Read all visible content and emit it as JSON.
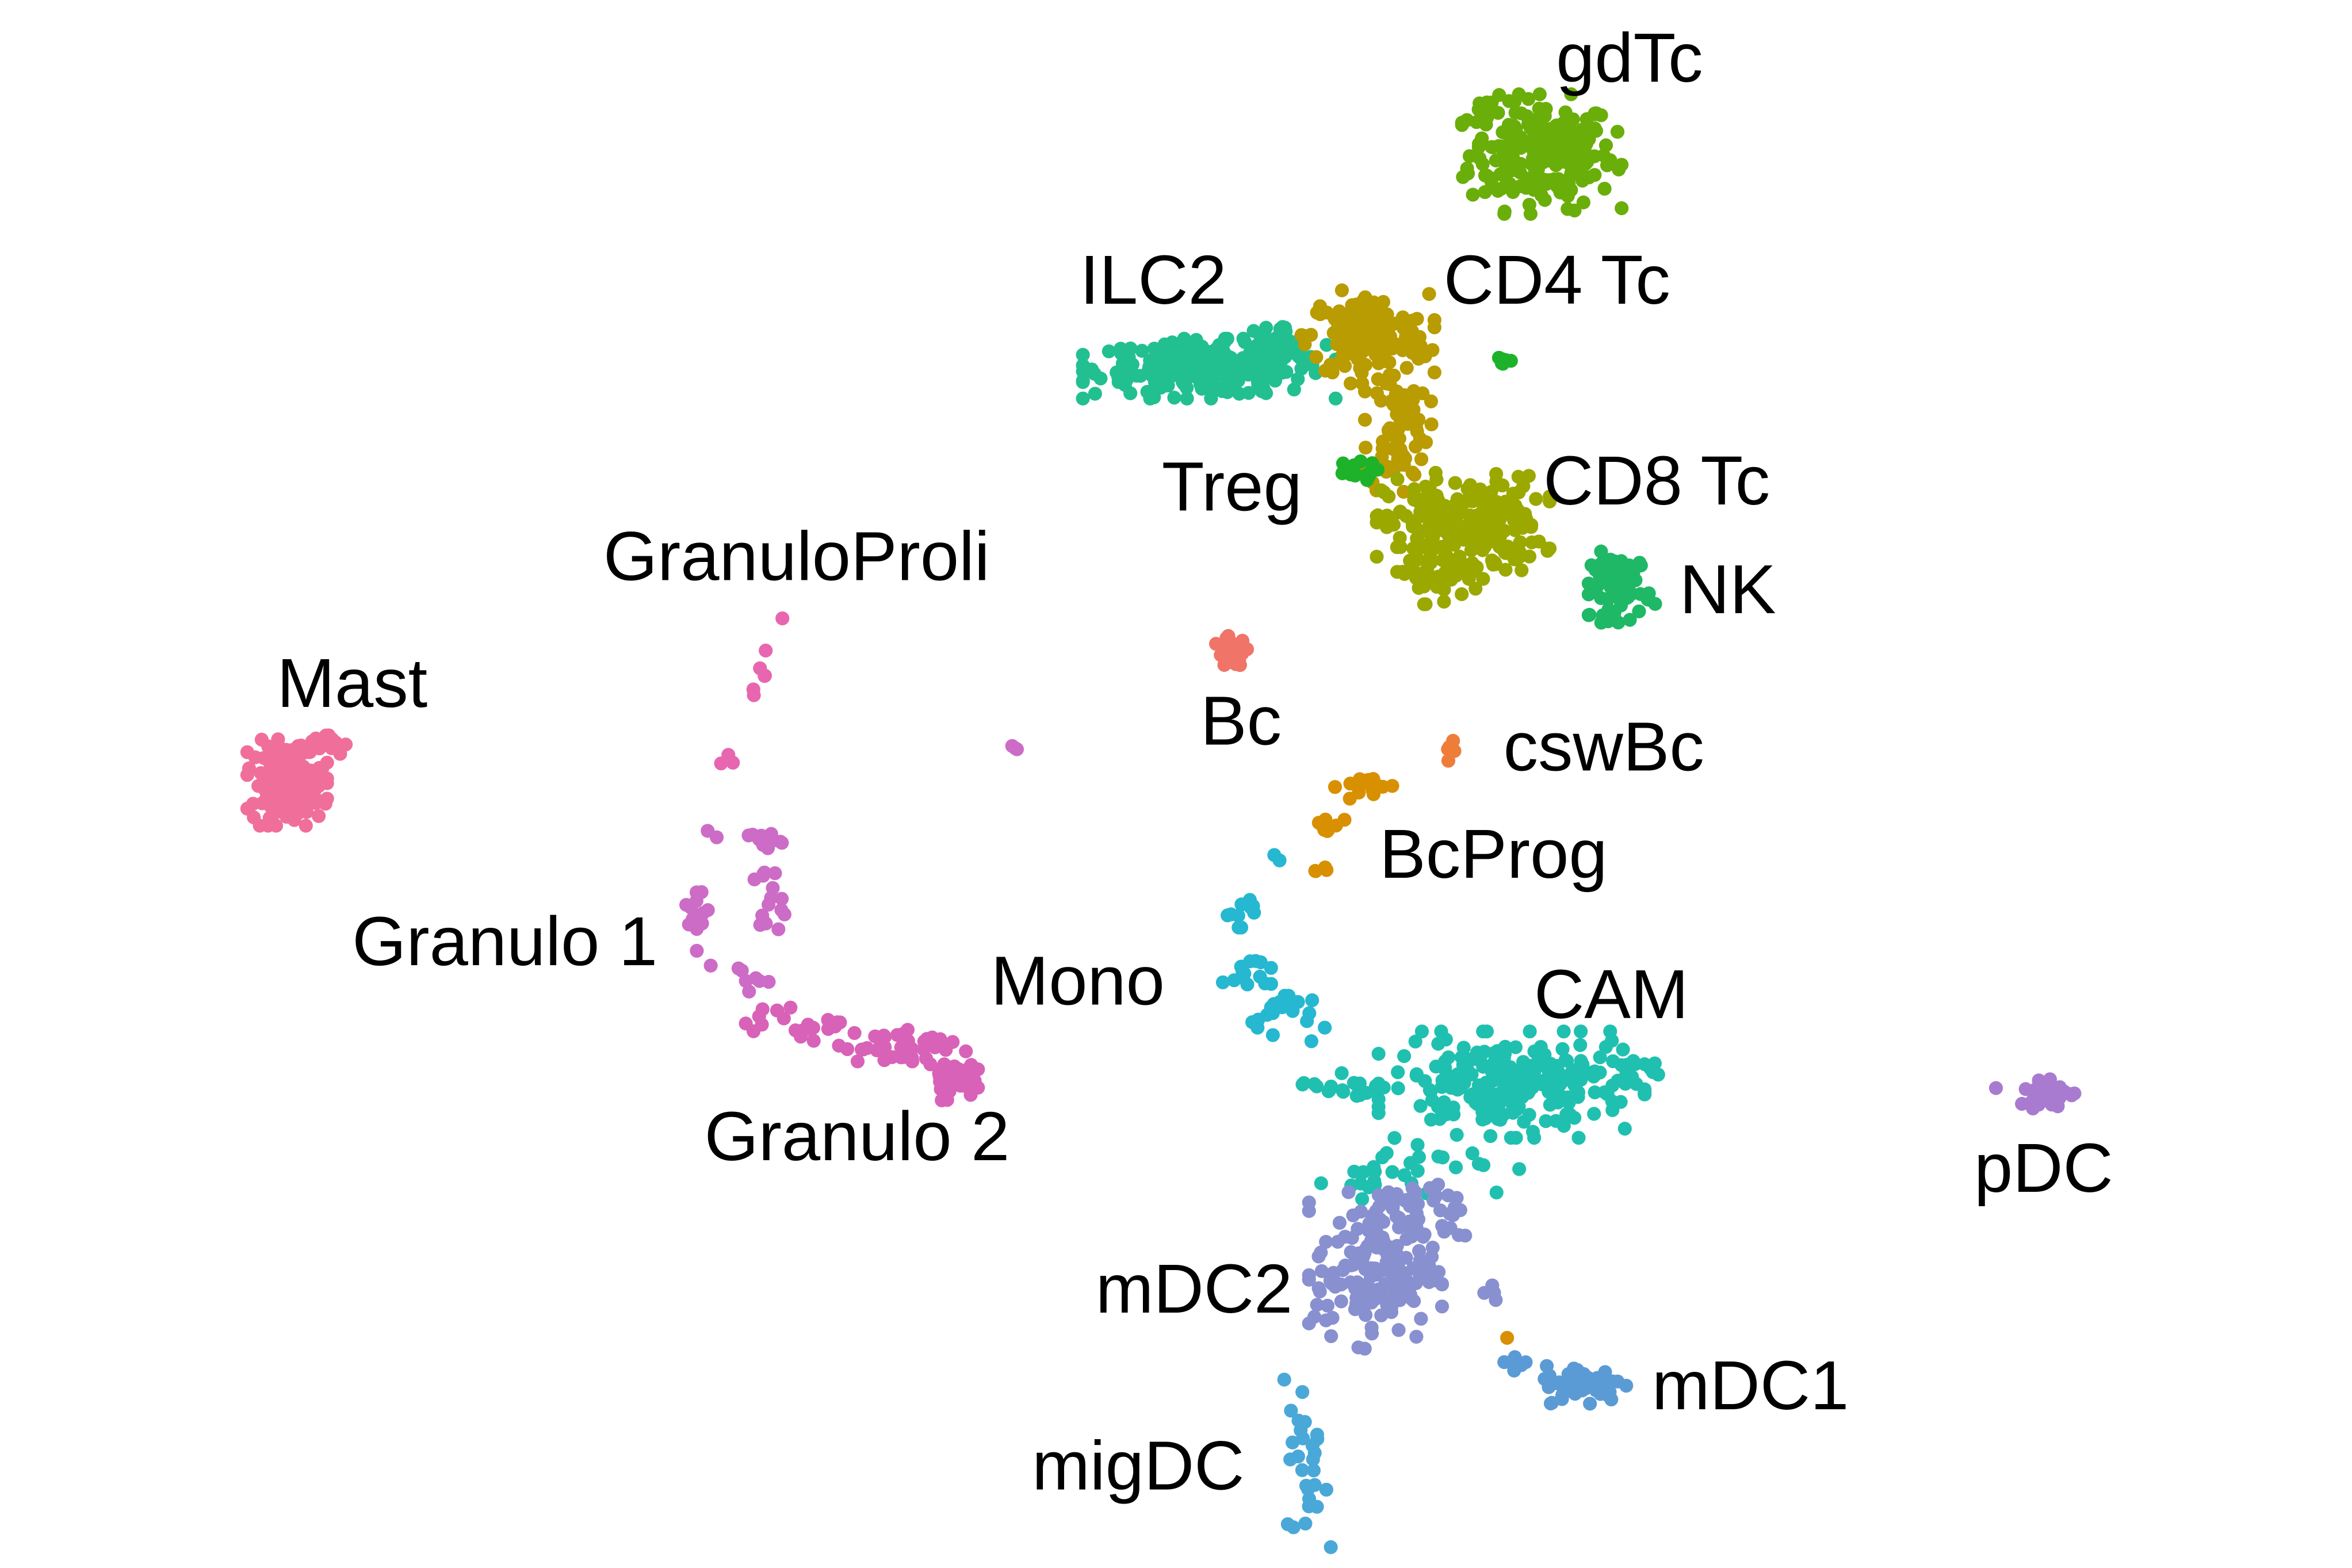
{
  "chart_data": {
    "type": "scatter",
    "title": "",
    "xlabel": "",
    "ylabel": "",
    "xlim": [
      0,
      155.6
    ],
    "ylim": [
      0,
      103.8
    ],
    "grid": false,
    "legend": "none",
    "clusters": [
      {
        "name": "gdTc",
        "color": "#6aae0a",
        "label_at": [
          107.8,
          100.0
        ],
        "blobs": [
          [
            102.0,
            93.6,
            2.4,
            1.8,
            220
          ],
          [
            98.5,
            96.5,
            0.8,
            0.6,
            12
          ]
        ]
      },
      {
        "name": "ILC2",
        "color": "#22bf91",
        "label_at": [
          76.3,
          85.3
        ],
        "blobs": [
          [
            80.0,
            79.4,
            3.8,
            0.9,
            260
          ],
          [
            84.5,
            81.2,
            1.2,
            0.6,
            30
          ]
        ]
      },
      {
        "name": "CD4 Tc",
        "color": "#b99b02",
        "label_at": [
          103.0,
          85.3
        ],
        "blobs": [
          [
            90.5,
            81.5,
            2.0,
            1.4,
            160
          ],
          [
            92.5,
            75.5,
            1.0,
            2.2,
            70
          ]
        ]
      },
      {
        "name": "Treg",
        "color": "#1db22a",
        "label_at": [
          81.5,
          71.6
        ],
        "blobs": [
          [
            89.5,
            72.6,
            0.8,
            0.3,
            14
          ],
          [
            99.3,
            79.8,
            0.3,
            0.3,
            6
          ]
        ]
      },
      {
        "name": "CD8 Tc",
        "color": "#9aa800",
        "label_at": [
          109.6,
          72.0
        ],
        "blobs": [
          [
            96.8,
            69.0,
            2.6,
            1.6,
            220
          ],
          [
            95.0,
            66.0,
            1.5,
            1.0,
            40
          ]
        ]
      },
      {
        "name": "NK",
        "color": "#1fb866",
        "label_at": [
          114.3,
          64.8
        ],
        "blobs": [
          [
            107.3,
            65.0,
            1.0,
            1.1,
            70
          ]
        ]
      },
      {
        "name": "Bc",
        "color": "#f07468",
        "label_at": [
          82.1,
          56.1
        ],
        "blobs": [
          [
            81.5,
            60.6,
            0.6,
            0.5,
            25
          ]
        ]
      },
      {
        "name": "cswBc",
        "color": "#ee7d3a",
        "label_at": [
          106.1,
          54.4
        ],
        "blobs": [
          [
            96.2,
            54.1,
            0.3,
            0.3,
            5
          ]
        ]
      },
      {
        "name": "BcProg",
        "color": "#d89000",
        "label_at": [
          98.8,
          47.3
        ],
        "blobs": [
          [
            90.3,
            51.8,
            0.9,
            0.4,
            18
          ],
          [
            88.0,
            49.0,
            0.6,
            0.4,
            10
          ],
          [
            87.1,
            46.3,
            0.3,
            0.3,
            4
          ],
          [
            99.6,
            15.3,
            0.2,
            0.2,
            1
          ]
        ]
      },
      {
        "name": "Mono",
        "color": "#25b8d0",
        "label_at": [
          71.3,
          38.9
        ],
        "blobs": [
          [
            82.0,
            43.5,
            0.6,
            0.5,
            10
          ],
          [
            82.5,
            39.5,
            0.8,
            0.6,
            14
          ],
          [
            85.0,
            36.5,
            1.2,
            1.0,
            22
          ],
          [
            84.5,
            47.0,
            0.2,
            0.2,
            2
          ]
        ]
      },
      {
        "name": "CAM",
        "color": "#20c0b0",
        "label_at": [
          106.6,
          38.0
        ],
        "blobs": [
          [
            100.0,
            32.0,
            4.0,
            1.6,
            230
          ],
          [
            89.5,
            32.0,
            2.0,
            0.5,
            20
          ],
          [
            94.0,
            27.0,
            3.0,
            1.0,
            20
          ],
          [
            90.0,
            24.5,
            1.0,
            1.6,
            10
          ],
          [
            107.5,
            32.8,
            1.0,
            0.5,
            12
          ]
        ]
      },
      {
        "name": "mDC2",
        "color": "#8890d0",
        "label_at": [
          79.0,
          18.5
        ],
        "blobs": [
          [
            91.0,
            19.8,
            2.0,
            2.4,
            180
          ],
          [
            95.0,
            23.5,
            1.5,
            1.5,
            30
          ],
          [
            98.5,
            18.5,
            0.4,
            0.4,
            4
          ]
        ]
      },
      {
        "name": "mDC1",
        "color": "#5b9bd5",
        "label_at": [
          115.8,
          12.1
        ],
        "blobs": [
          [
            104.8,
            12.2,
            1.3,
            0.6,
            60
          ],
          [
            100.5,
            13.5,
            0.8,
            0.4,
            6
          ]
        ]
      },
      {
        "name": "migDC",
        "color": "#4aa8d8",
        "label_at": [
          75.3,
          6.8
        ],
        "blobs": [
          [
            86.5,
            7.0,
            0.7,
            2.6,
            28
          ]
        ]
      },
      {
        "name": "pDC",
        "color": "#a97bd0",
        "label_at": [
          135.2,
          26.5
        ],
        "blobs": [
          [
            135.5,
            31.5,
            1.0,
            0.5,
            35
          ],
          [
            132.0,
            31.8,
            0.2,
            0.2,
            1
          ]
        ]
      },
      {
        "name": "Mast",
        "color": "#f06f9a",
        "label_at": [
          23.3,
          58.6
        ],
        "blobs": [
          [
            19.0,
            52.0,
            1.2,
            1.3,
            180
          ],
          [
            21.5,
            54.5,
            0.8,
            0.4,
            20
          ]
        ]
      },
      {
        "name": "GranuloProli",
        "color": "#e866b0",
        "label_at": [
          52.7,
          67.0
        ],
        "blobs": [
          [
            52.2,
            62.8,
            0.2,
            0.2,
            1
          ],
          [
            50.5,
            59.5,
            0.3,
            0.6,
            4
          ],
          [
            49.8,
            58.0,
            0.2,
            0.2,
            2
          ],
          [
            48.0,
            53.5,
            0.3,
            0.3,
            3
          ]
        ]
      },
      {
        "name": "Granulo 1",
        "color": "#cc6cc6",
        "label_at": [
          33.4,
          41.5
        ],
        "blobs": [
          [
            50.5,
            48.2,
            0.6,
            0.3,
            16
          ],
          [
            50.8,
            44.0,
            0.5,
            1.2,
            16
          ],
          [
            46.0,
            43.5,
            0.4,
            1.2,
            14
          ],
          [
            47.0,
            48.5,
            0.2,
            0.2,
            2
          ],
          [
            67.0,
            54.3,
            0.2,
            0.1,
            3
          ],
          [
            49.0,
            39.0,
            1.0,
            0.4,
            8
          ]
        ]
      },
      {
        "name": "Granulo 2",
        "color": "#d862b8",
        "label_at": [
          56.7,
          28.6
        ],
        "blobs": [
          [
            53.5,
            36.0,
            2.0,
            0.5,
            20
          ],
          [
            59.5,
            34.5,
            2.0,
            0.7,
            45
          ],
          [
            62.5,
            32.5,
            1.0,
            0.7,
            30
          ]
        ]
      }
    ]
  }
}
